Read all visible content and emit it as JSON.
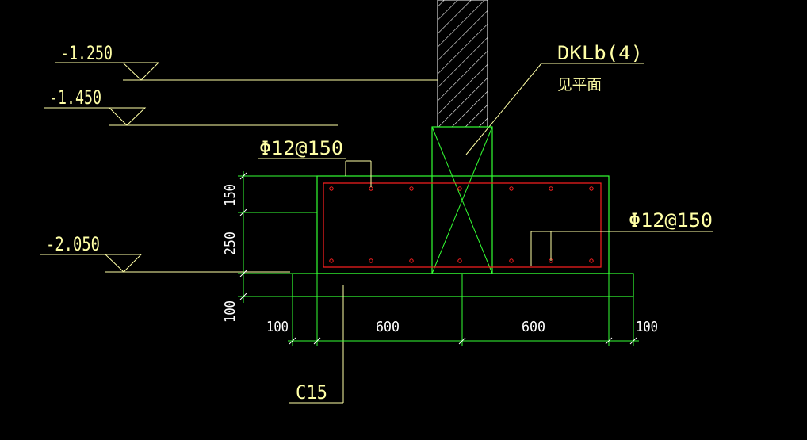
{
  "elevations": {
    "top": "-1.250",
    "second": "-1.450",
    "bottom": "-2.050"
  },
  "beam": {
    "label": "DKLb(4)",
    "note": "见平面"
  },
  "rebar": {
    "top_label": "Φ12@150",
    "bottom_label": "Φ12@150"
  },
  "dimensions": {
    "vertical": [
      "150",
      "250",
      "100"
    ],
    "horizontal": [
      "100",
      "600",
      "600",
      "100"
    ]
  },
  "concrete": {
    "label": "C15"
  },
  "colors": {
    "background": "#000000",
    "line_yellow": "#ffffa6",
    "line_green": "#33ff33",
    "rebar_red": "#ff2020",
    "dim_white": "#ffffff"
  }
}
